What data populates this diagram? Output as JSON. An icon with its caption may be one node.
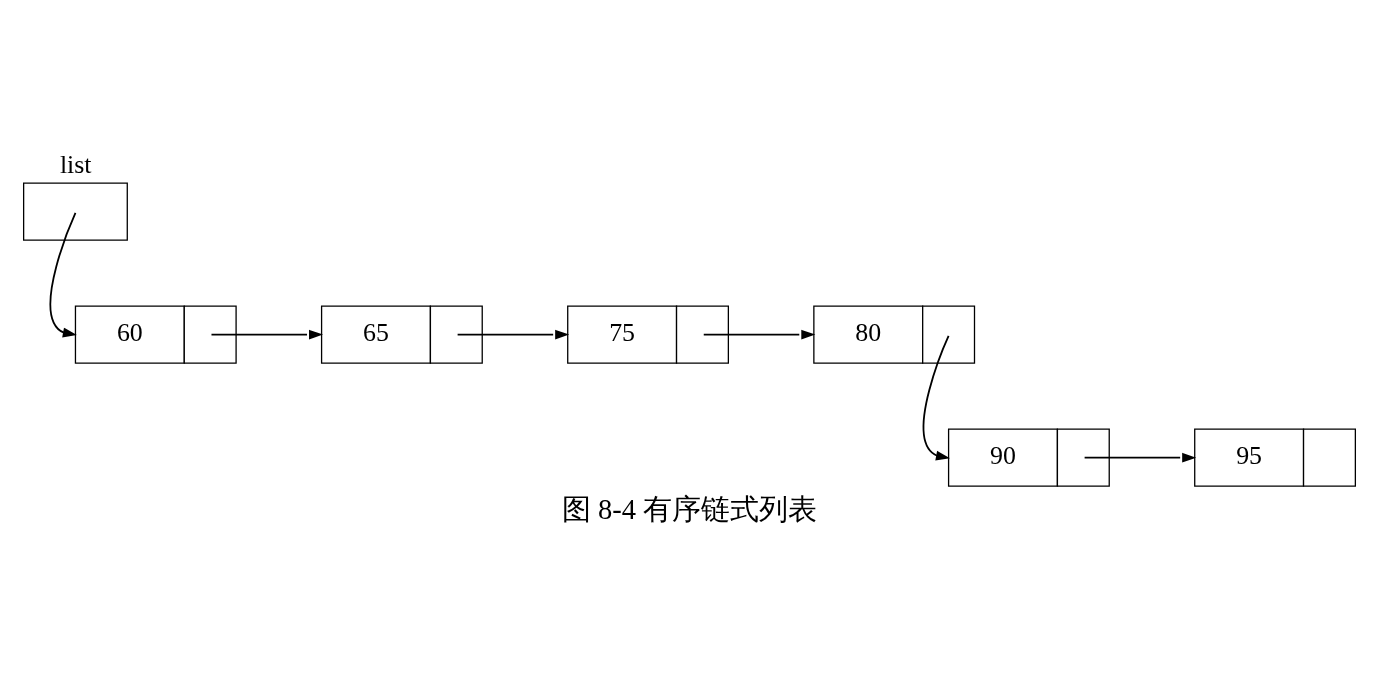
{
  "diagram": {
    "caption": "图 8-4 有序链式列表",
    "nodes": [
      {
        "text": [
          "list"
        ]
      },
      {
        "text": [
          "60"
        ]
      },
      {
        "text": [
          "65"
        ]
      },
      {
        "text": [
          "75"
        ]
      },
      {
        "text": [
          "80"
        ]
      },
      {
        "text": [
          "90"
        ]
      },
      {
        "text": [
          "95"
        ]
      }
    ],
    "edges": [
      {
        "from": 0,
        "to": 1,
        "arrow": "to"
      },
      {
        "from": 1,
        "to": 2,
        "arrow": "to"
      },
      {
        "from": 2,
        "to": 3,
        "arrow": "to"
      },
      {
        "from": 3,
        "to": 4,
        "arrow": "to"
      },
      {
        "from": 4,
        "to": 5,
        "arrow": "to"
      },
      {
        "from": 5,
        "to": 6,
        "arrow": "to"
      }
    ]
  }
}
